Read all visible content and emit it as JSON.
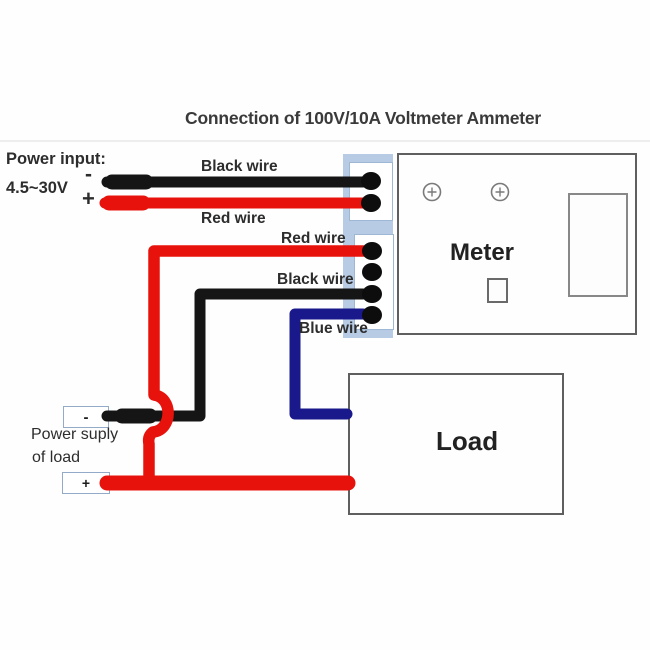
{
  "title": "Connection of 100V/10A Voltmeter Ammeter",
  "power_input": {
    "label": "Power input:",
    "voltage": "4.5~30V",
    "minus_symbol": "-",
    "plus_symbol": "+"
  },
  "wires": {
    "input_black_label": "Black wire",
    "input_red_label": "Red wire",
    "meter_red_label": "Red wire",
    "meter_black_label": "Black wire",
    "meter_blue_label": "Blue wire"
  },
  "meter": {
    "label": "Meter"
  },
  "load": {
    "label": "Load"
  },
  "load_supply": {
    "label_line1": "Power suply",
    "label_line2": "of load",
    "minus_symbol": "-",
    "plus_symbol": "+"
  },
  "colors": {
    "wire_red": "#e8120c",
    "wire_black": "#151515",
    "wire_blue": "#19198c",
    "connector_strip": "#b7cbe5",
    "box_border": "#5f5f5f"
  }
}
